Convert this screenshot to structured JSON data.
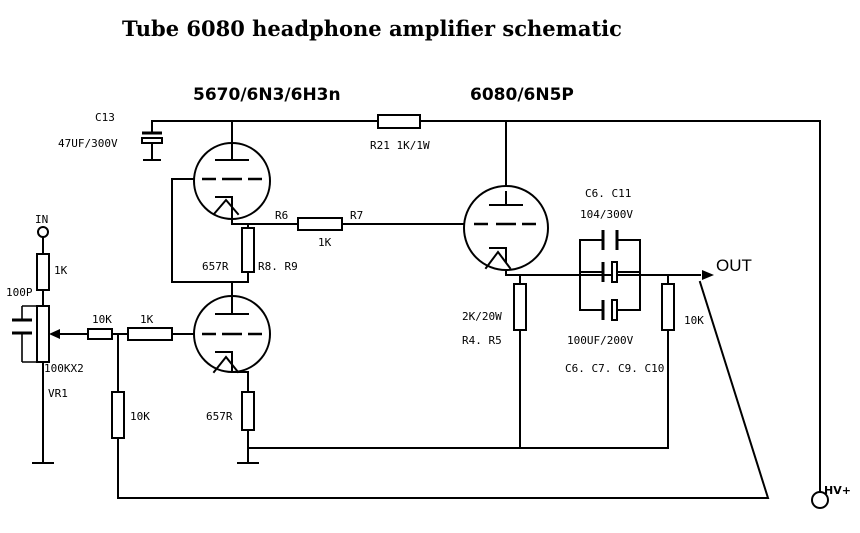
{
  "title": "Tube 6080 headphone amplifier schematic",
  "tubes": {
    "driver": "5670/6N3/6H3n",
    "power": "6080/6N5P"
  },
  "labels": {
    "c13": "C13",
    "c13_value": "47UF/300V",
    "r21": "R21  1K/1W",
    "in": "IN",
    "r_in": "1K",
    "c_in": "100P",
    "vr1_value": "100KX2",
    "vr1": "VR1",
    "r_10k_series": "10K",
    "r_1k_series": "1K",
    "r_10k_shunt": "10K",
    "r6": "R6",
    "r7": "R7",
    "r_1k_grid": "1K",
    "r_cathode_upper": "657R",
    "r8r9": "R8. R9",
    "r_cathode_lower": "657R",
    "r_load": "2K/20W",
    "r4r5": "R4. R5",
    "c6c11": "C6.  C11",
    "c_film": "104/300V",
    "c_elec": "100UF/200V",
    "c_refs": "C6. C7. C9. C10",
    "r_out": "10K",
    "out": "OUT",
    "hv": "HV+"
  }
}
